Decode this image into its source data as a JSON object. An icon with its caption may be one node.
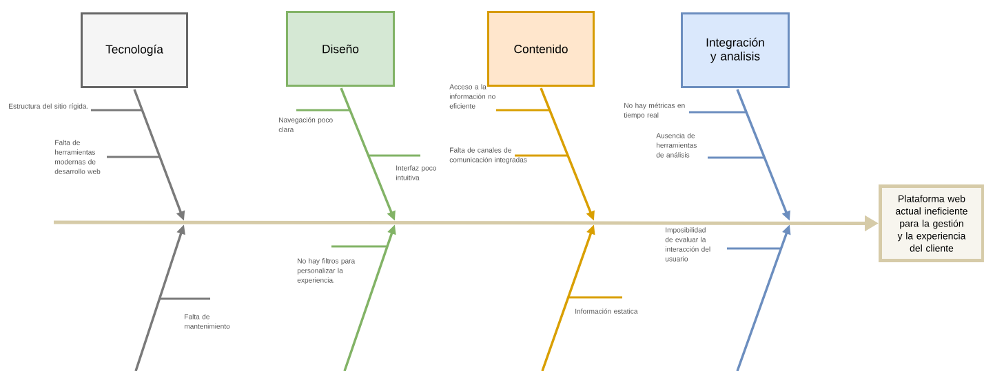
{
  "diagram": {
    "nodes": [
      {
        "text": [
          "Tecnología"
        ]
      },
      {
        "text": [
          "Diseño"
        ]
      },
      {
        "text": [
          "Contenido"
        ]
      },
      {
        "text": [
          "Integración y analisis"
        ]
      },
      {
        "text": [
          "Plataforma web actual ineficiente para la gestión y la experiencia del cliente"
        ]
      }
    ],
    "edges": [
      {
        "from": 0,
        "to": null,
        "arrow": "to",
        "color": "#7a7a7a"
      },
      {
        "from": 1,
        "to": null,
        "arrow": "to",
        "color": "#82b366"
      },
      {
        "from": 2,
        "to": null,
        "arrow": "to",
        "color": "#d99f00"
      },
      {
        "from": 3,
        "to": null,
        "arrow": "to",
        "color": "#6c8ebf"
      },
      {
        "from": null,
        "to": 4,
        "arrow": "to",
        "color": "#d6cba8"
      }
    ],
    "labels": [
      "Estructura del sitio rígida.",
      "Falta de herramientas modernas de desarrollo web",
      "Navegación poco clara",
      "Interfaz poco intuitiva",
      "Acceso a la información no eficiente",
      "Falta de canales de comunicación integradas",
      "No hay métricas en tiempo real",
      "Ausencia de herramientas de análisis",
      "Imposibilidad de evaluar la interacción del usuario",
      "No hay filtros para personalizar la experiencia.",
      "Falta de mantenimiento",
      "Información estatica"
    ]
  }
}
